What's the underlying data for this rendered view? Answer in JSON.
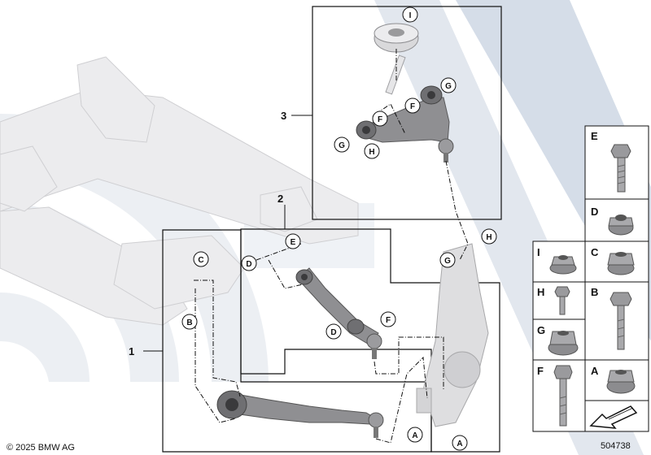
{
  "callouts": {
    "I_top": "I",
    "G_upper": "G",
    "F_upper1": "F",
    "F_upper2": "F",
    "G_upper2": "G",
    "H_upper": "H",
    "E_mid": "E",
    "D_mid": "D",
    "C_left": "C",
    "B_left": "B",
    "F_mid": "F",
    "D_mid2": "D",
    "H_right": "H",
    "G_right": "G",
    "A_bottom1": "A",
    "A_bottom2": "A"
  },
  "part_numbers": {
    "one": "1",
    "two": "2",
    "three": "3"
  },
  "side_panel": {
    "E": "E",
    "D": "D",
    "I": "I",
    "C": "C",
    "H": "H",
    "B": "B",
    "G": "G",
    "F": "F",
    "A": "A"
  },
  "footer": {
    "copyright": "© 2025 BMW AG",
    "diagram_id": "504738"
  },
  "colors": {
    "watermark": "#e4e8ee",
    "watermark_blue": "#c9d4e2",
    "frame": "#e8e8ea",
    "part": "#b8b8b8",
    "part_dark": "#6d6d6d",
    "line": "#222222"
  }
}
